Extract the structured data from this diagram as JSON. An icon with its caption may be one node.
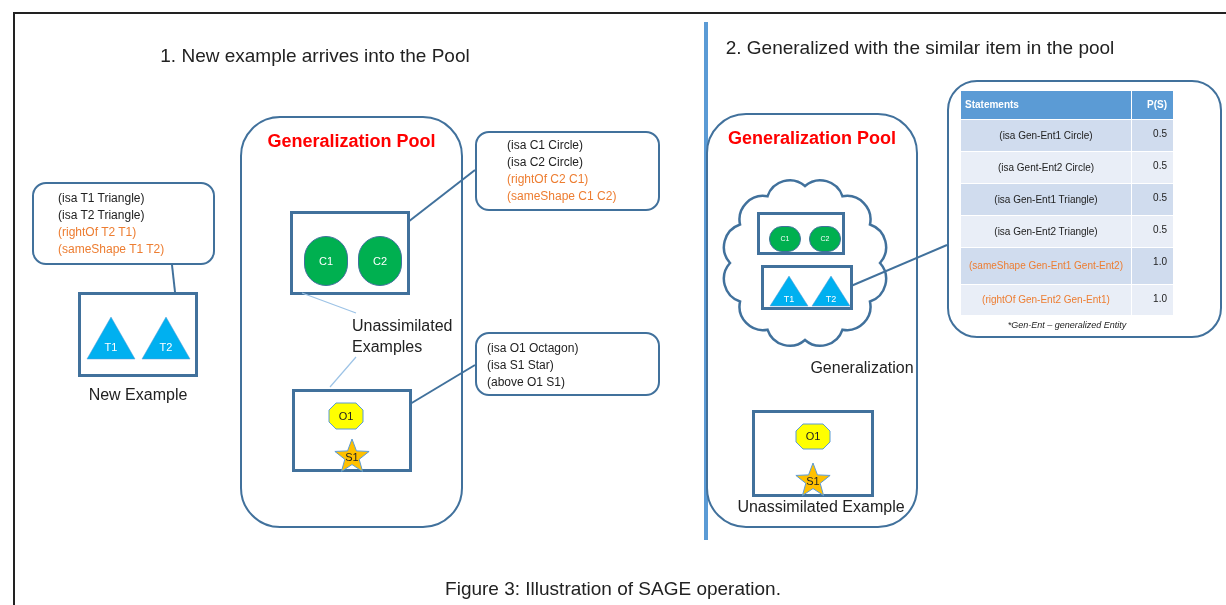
{
  "diagram": {
    "caption": "Figure 3: Illustration of SAGE operation.",
    "nodes": [
      {
        "text": [
          "(isa T1 Triangle)",
          "(isa T2 Triangle)",
          "(rightOf T2 T1)",
          "(sameShape T1 T2)"
        ]
      },
      {
        "text": [],
        "shape": "box",
        "beside": [
          "New Example"
        ]
      },
      {
        "text": [
          "T1"
        ],
        "in": 1
      },
      {
        "text": [
          "T2"
        ],
        "in": 1
      },
      {
        "text": [
          "Generalization Pool"
        ]
      },
      {
        "text": [],
        "shape": "box",
        "in": 4
      },
      {
        "text": [
          "C1"
        ],
        "in": 5
      },
      {
        "text": [
          "C2"
        ],
        "in": 5
      },
      {
        "text": [
          "Unassimilated Examples"
        ],
        "in": 4
      },
      {
        "text": [],
        "shape": "box",
        "in": 4
      },
      {
        "text": [
          "O1"
        ],
        "in": 9
      },
      {
        "text": [
          "S1"
        ],
        "in": 9
      },
      {
        "text": [
          "(isa C1 Circle)",
          "(isa C2 Circle)",
          "(rightOf C2 C1)",
          "(sameShape C1 C2)"
        ]
      },
      {
        "text": [
          "(isa O1 Octagon)",
          "(isa S1 Star)",
          "(above O1 S1)"
        ]
      },
      {
        "text": [
          "Generalization Pool"
        ]
      },
      {
        "text": [],
        "shape": "cloud",
        "in": 14,
        "beside": [
          "Generalization"
        ]
      },
      {
        "text": [],
        "shape": "box",
        "in": 15
      },
      {
        "text": [
          "C1"
        ],
        "in": 16
      },
      {
        "text": [
          "C2"
        ],
        "in": 16
      },
      {
        "text": [],
        "shape": "box",
        "in": 15
      },
      {
        "text": [
          "T1"
        ],
        "in": 19
      },
      {
        "text": [
          "T2"
        ],
        "in": 19
      },
      {
        "text": [],
        "shape": "box",
        "in": 14,
        "beside": [
          "Unassimilated Example"
        ]
      },
      {
        "text": [
          "O1"
        ],
        "in": 22
      },
      {
        "text": [
          "S1"
        ],
        "in": 22
      },
      {
        "text": [
          "Statements",
          "P(S)",
          "(isa Gen-Ent1 Circle)",
          "0.5",
          "(isa Gent-Ent2 Circle)",
          "0.5",
          "(isa Gen-Ent1 Triangle)",
          "0.5",
          "(isa Gen-Ent2 Triangle)",
          "0.5",
          "(sameShape Gen-Ent1 Gent-Ent2)",
          "1.0",
          "(rightOf Gen-Ent2 Gen-Ent1)",
          "1.0",
          "*Gen-Ent – generalized Entity"
        ]
      }
    ],
    "edges": [
      {
        "from": 8,
        "to": 5,
        "arrow": "none",
        "color": "#9dc3e6"
      },
      {
        "from": 8,
        "to": 9,
        "arrow": "none",
        "color": "#9dc3e6"
      },
      {
        "from": 0,
        "to": 1,
        "arrow": "none"
      },
      {
        "from": 12,
        "to": 5,
        "arrow": "none"
      },
      {
        "from": 13,
        "to": 9,
        "arrow": "none"
      },
      {
        "from": 25,
        "to": 19,
        "arrow": "none"
      }
    ],
    "labels": [
      "1. New example arrives into the Pool",
      "2. Generalized with the similar item in the pool"
    ]
  }
}
